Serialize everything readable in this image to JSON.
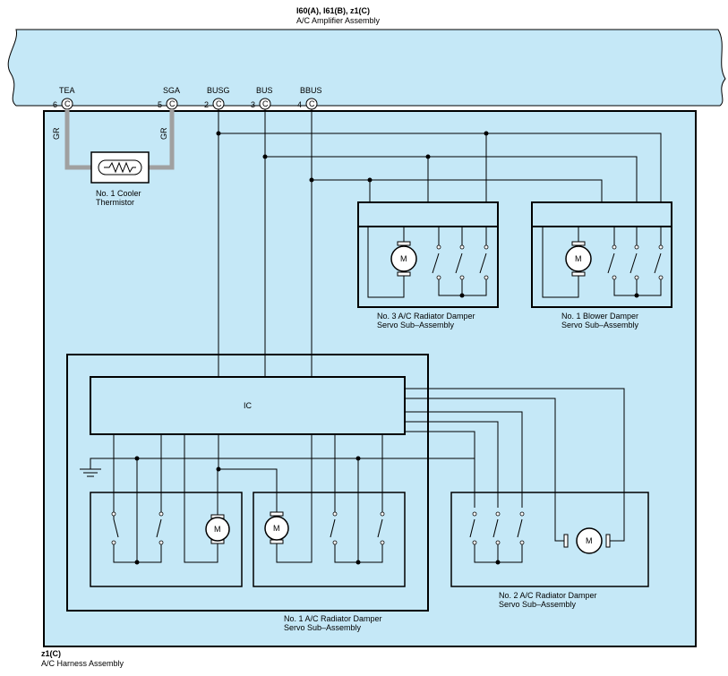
{
  "colors": {
    "fill": "#c5e8f7",
    "harness_wire": "#a0a0a0"
  },
  "amplifier": {
    "connector_line": "I60(A), I61(B), z1(C)",
    "name": "A/C Amplifier Assembly"
  },
  "terminals": [
    {
      "name": "TEA",
      "pin": "6",
      "conn": "C"
    },
    {
      "name": "SGA",
      "pin": "5",
      "conn": "C"
    },
    {
      "name": "BUSG",
      "pin": "2",
      "conn": "C"
    },
    {
      "name": "BUS",
      "pin": "3",
      "conn": "C"
    },
    {
      "name": "BBUS",
      "pin": "4",
      "conn": "C"
    }
  ],
  "wire_colors": {
    "left": "GR",
    "right": "GR"
  },
  "thermistor": {
    "line1": "No. 1 Cooler",
    "line2": "Thermistor"
  },
  "ic_label": "IC",
  "motor_label": "M",
  "components": {
    "damper3": {
      "line1": "No.  3 A/C Radiator Damper",
      "line2": "Servo Sub–Assembly"
    },
    "blower": {
      "line1": "No.  1 Blower Damper",
      "line2": "Servo Sub–Assembly"
    },
    "damper1": {
      "line1": "No.  1 A/C Radiator Damper",
      "line2": "Servo Sub–Assembly"
    },
    "damper2": {
      "line1": "No.  2 A/C Radiator Damper",
      "line2": "Servo Sub–Assembly"
    }
  },
  "harness": {
    "connector": "z1(C)",
    "name": "A/C Harness Assembly"
  }
}
